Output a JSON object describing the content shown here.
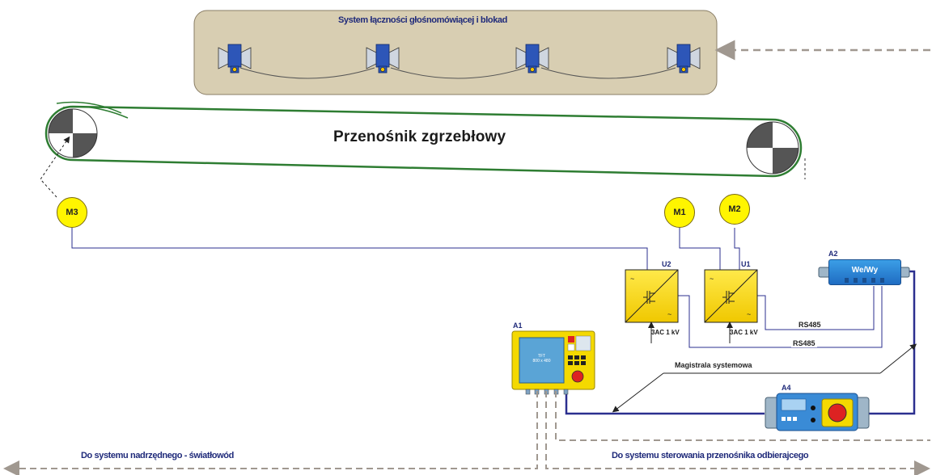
{
  "top_system": {
    "title": "System łączności głośnomówiącej i blokad"
  },
  "conveyor": {
    "title": "Przenośnik zgrzebłowy"
  },
  "motors": {
    "m1": "M1",
    "m2": "M2",
    "m3": "M3"
  },
  "converters": {
    "u1": "U1",
    "u2": "U2",
    "u1_supply": "3AC 1 kV",
    "u2_supply": "3AC 1 kV"
  },
  "devices": {
    "a1": "A1",
    "a1_screen_line1": "TFT",
    "a1_screen_line2": "800 x 480",
    "a2": "A2",
    "a2_label": "We/Wy",
    "a4": "A4"
  },
  "buses": {
    "rs485_1": "RS485",
    "rs485_2": "RS485",
    "system_bus": "Magistrala systemowa"
  },
  "bottom": {
    "left_link": "Do systemu nadrzędnego - światłowód",
    "right_link": "Do systemu sterowania przenośnika odbierajcego"
  },
  "colors": {
    "bus_navy": "#2b2f8f",
    "fiber_dashed": "#a09890",
    "conveyor_green": "#2e7d32",
    "motor_yellow": "#fff500",
    "panel_bg": "#d8ceb2"
  }
}
